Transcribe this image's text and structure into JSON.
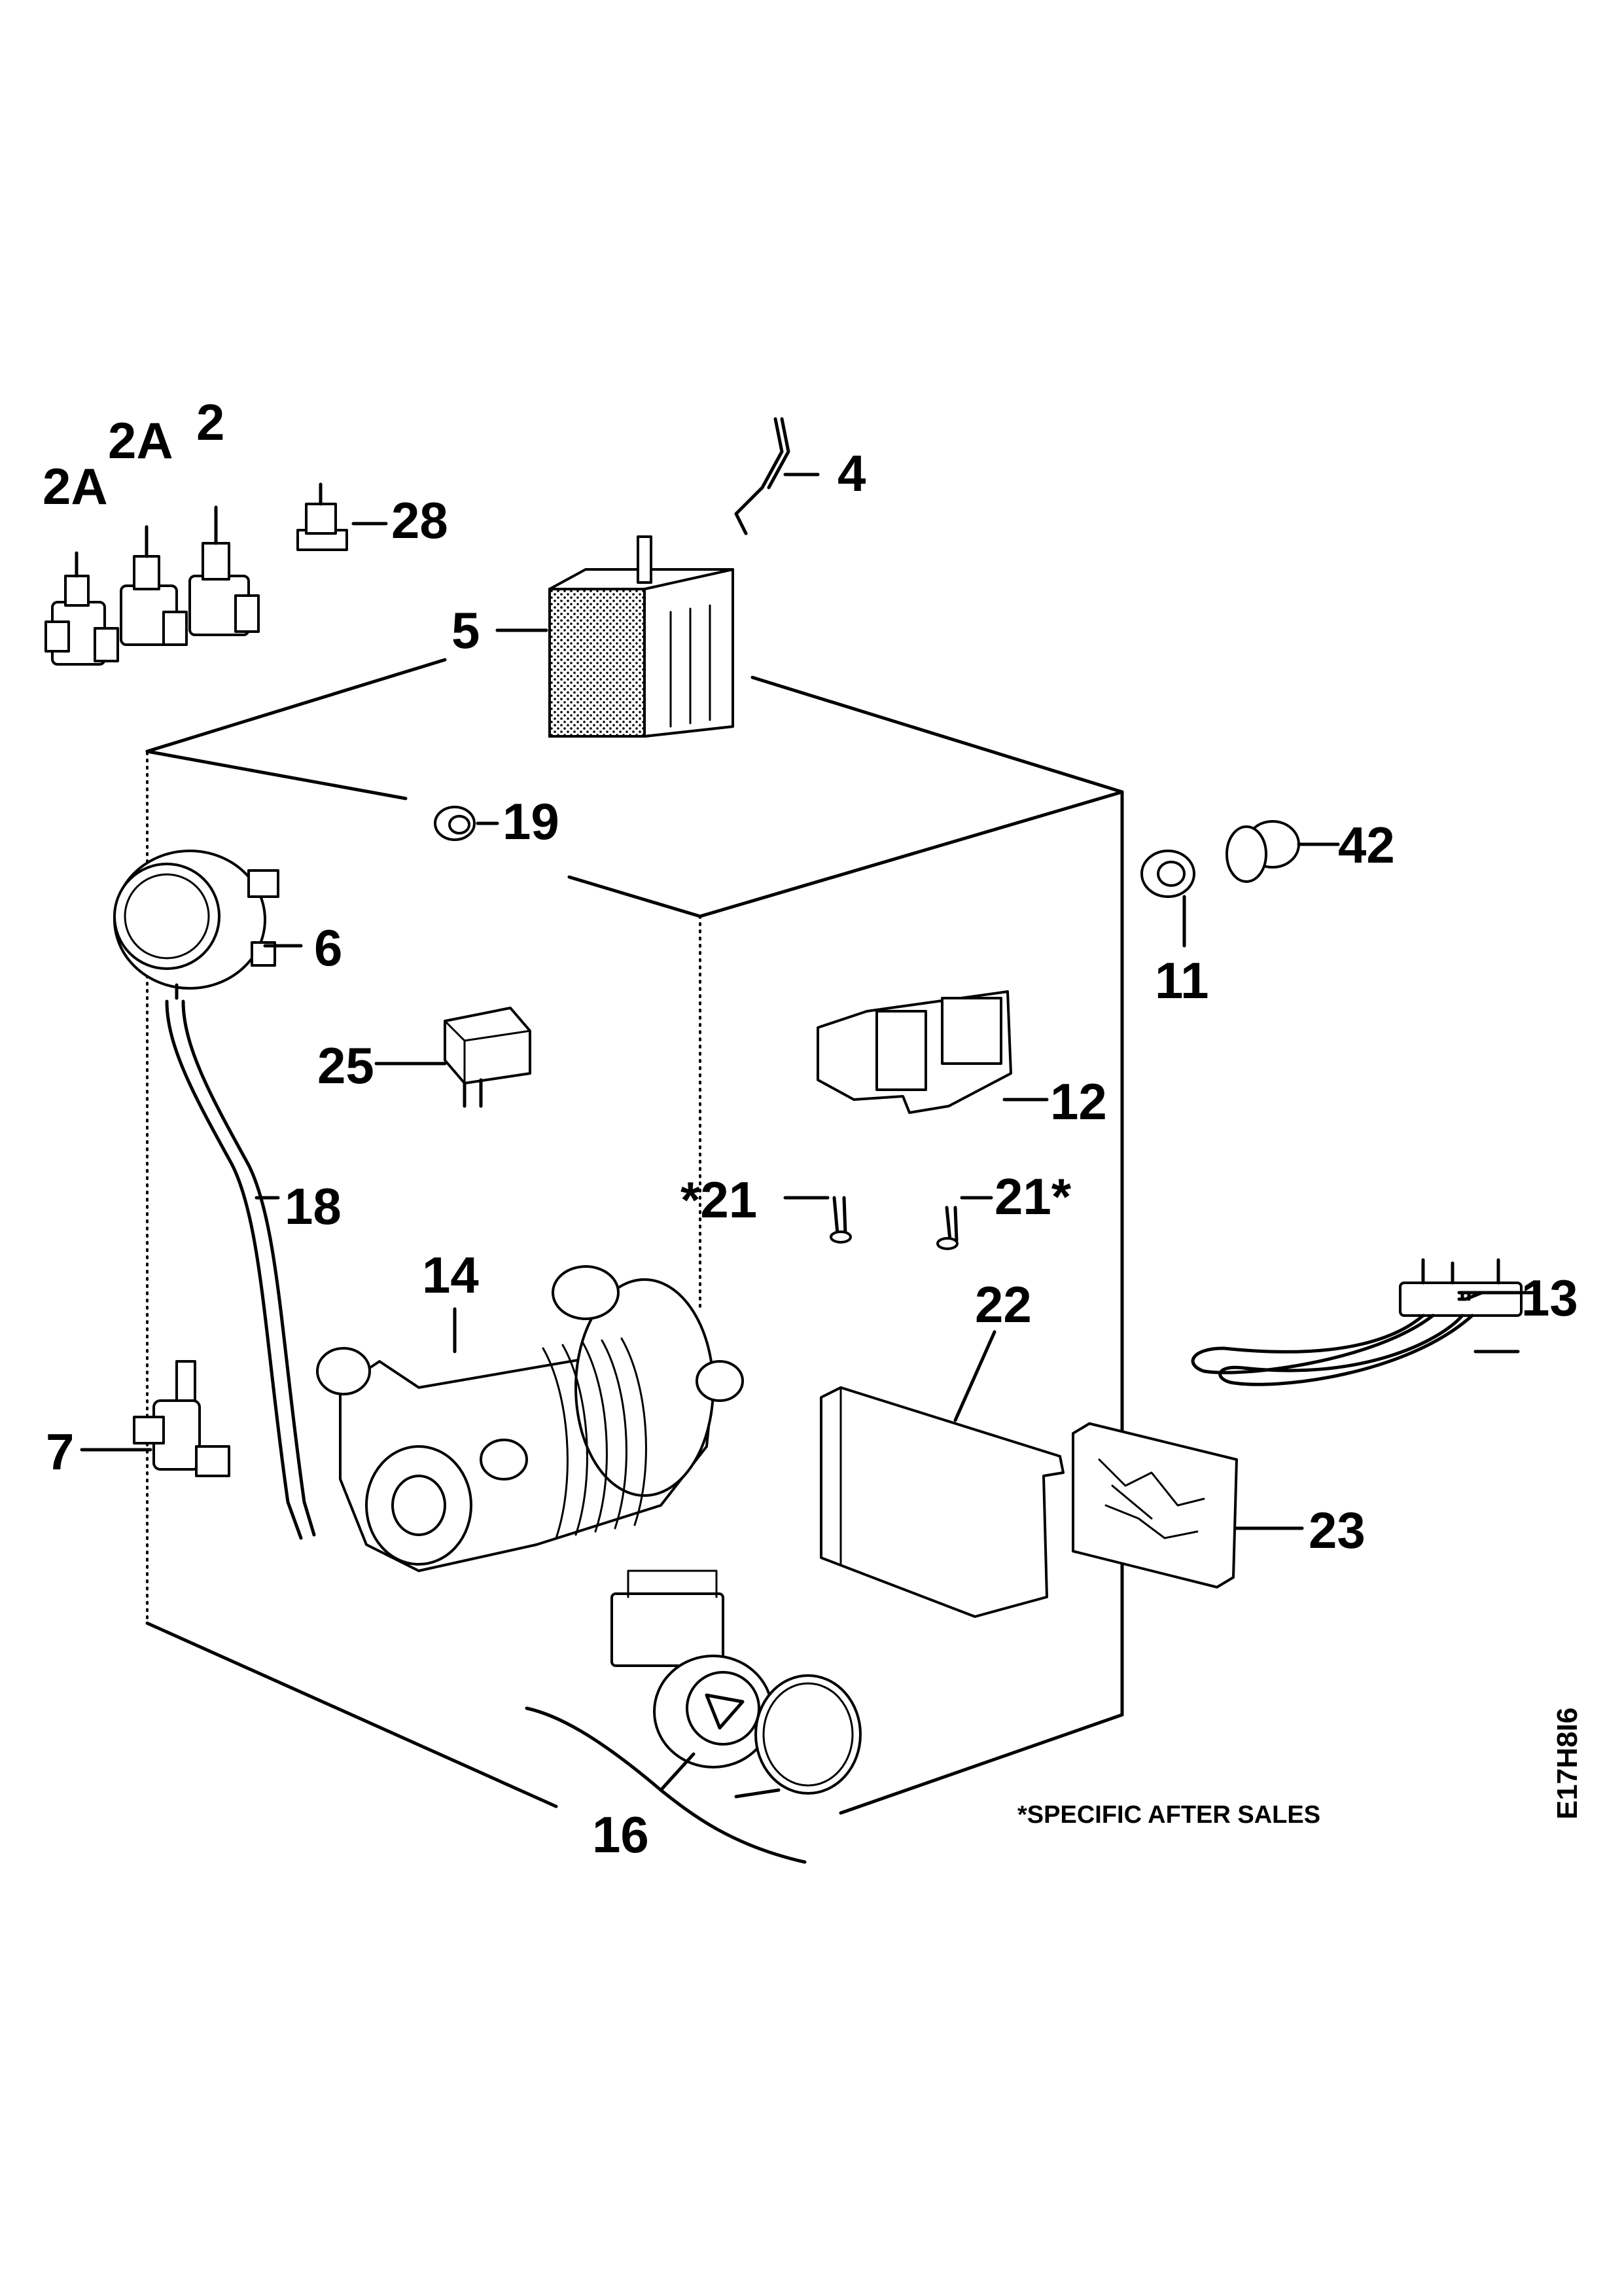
{
  "labels": {
    "p2": "2",
    "p2a_top": "2A",
    "p2a_left": "2A",
    "p4": "4",
    "p5": "5",
    "p6": "6",
    "p7": "7",
    "p11": "11",
    "p12": "12",
    "p13": "13",
    "p14": "14",
    "p16": "16",
    "p18": "18",
    "p19": "19",
    "p21_left": "*21",
    "p21_right": "21*",
    "p22": "22",
    "p23": "23",
    "p25": "25",
    "p28": "28",
    "p42": "42"
  },
  "footnote": "*SPECIFIC AFTER SALES",
  "drawing_code": "E17H8I6"
}
